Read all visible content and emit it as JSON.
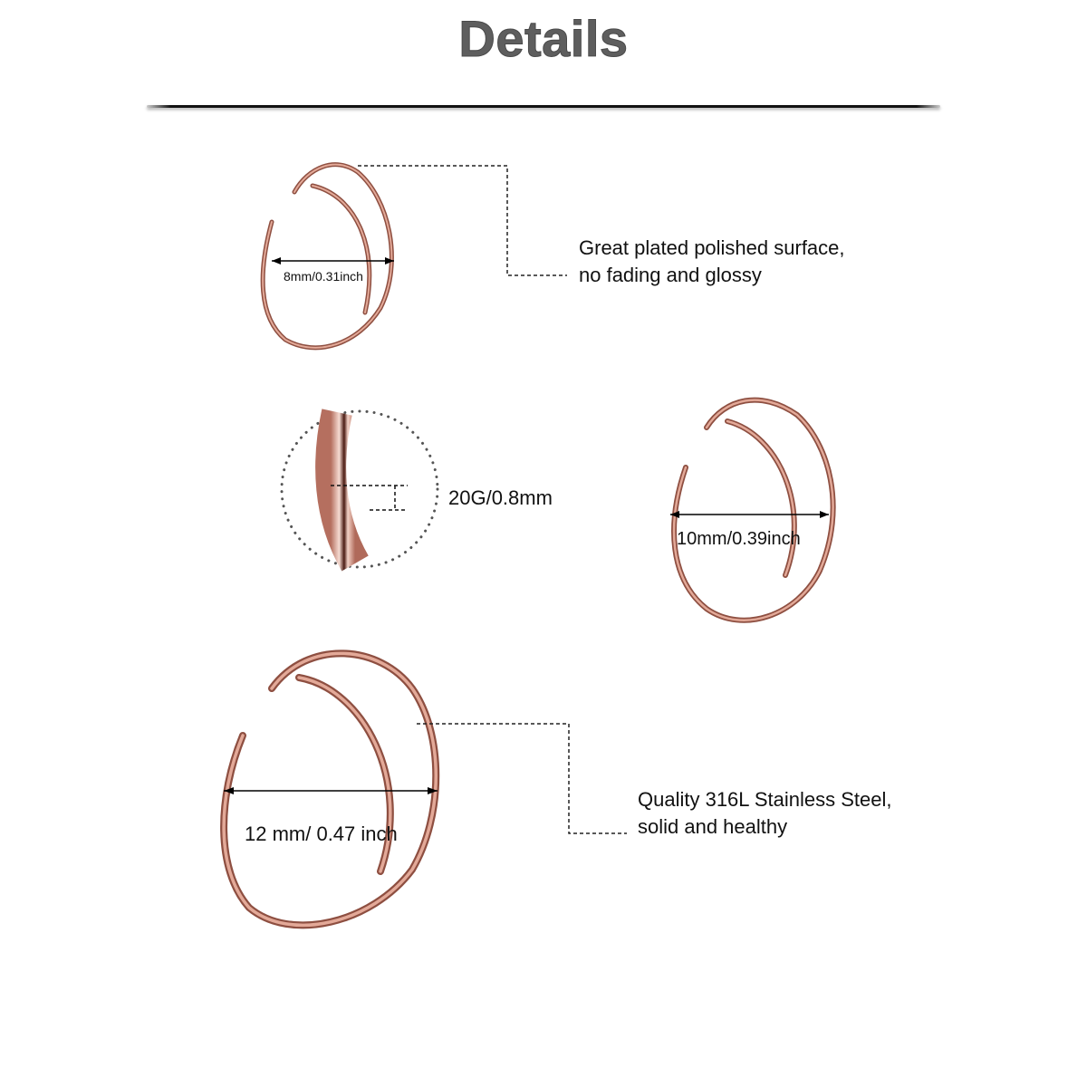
{
  "header": {
    "title": "Details"
  },
  "products": [
    {
      "size_label": "8mm/0.31inch"
    },
    {
      "size_label": "10mm/0.39inch"
    },
    {
      "size_label": "12 mm/ 0.47 inch"
    }
  ],
  "gauge": {
    "label": "20G/0.8mm"
  },
  "features": [
    {
      "line1": "Great plated polished surface,",
      "line2": "no fading and glossy"
    },
    {
      "line1": "Quality 316L Stainless Steel,",
      "line2": "solid and healthy"
    }
  ],
  "colors": {
    "title": "#5e5e5e",
    "ring": "#c98a78",
    "ring_dark": "#8a4a3c",
    "text": "#111111"
  }
}
